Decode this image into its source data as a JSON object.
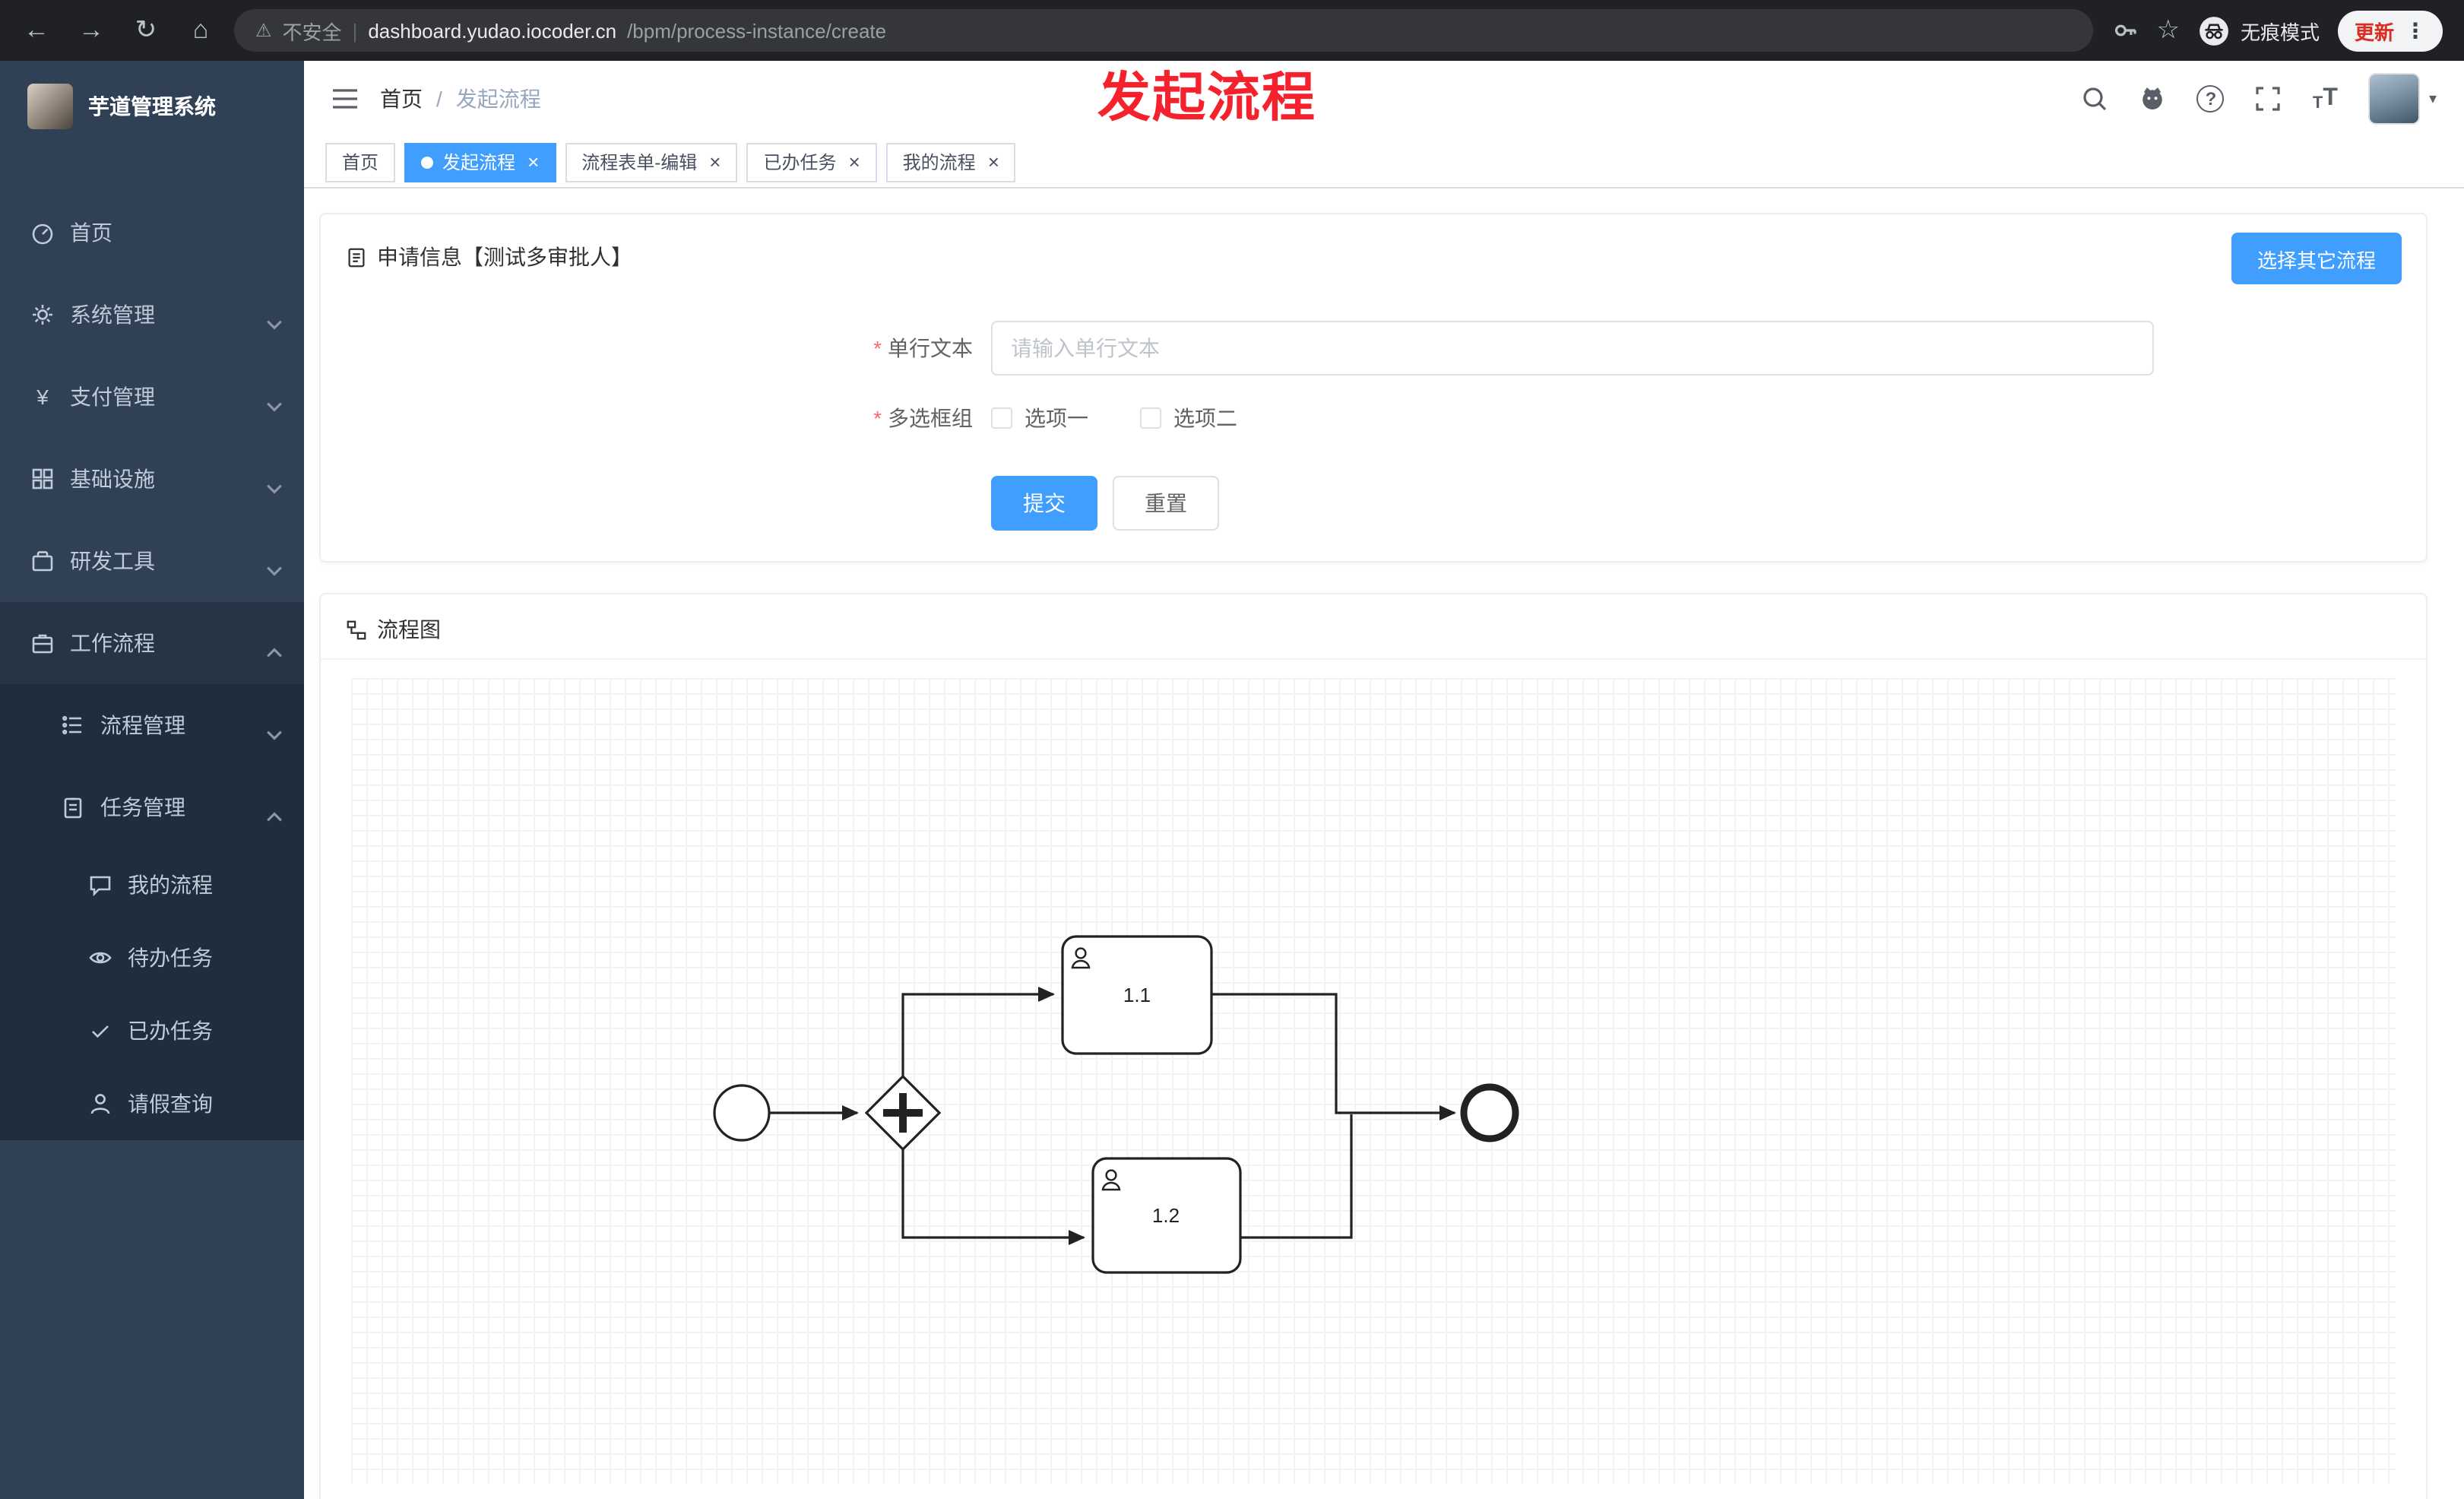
{
  "browser": {
    "security_label": "不安全",
    "url_domain": "dashboard.yudao.iocoder.cn",
    "url_path": "/bpm/process-instance/create",
    "incognito_label": "无痕模式",
    "update_label": "更新"
  },
  "icons": {
    "back": "←",
    "forward": "→",
    "reload": "↻",
    "home": "⌂",
    "warning": "⚠",
    "star": "☆",
    "menu_dots": "⋮",
    "caret_down": "▾",
    "question": "?",
    "close": "×",
    "yen": "¥",
    "font_size": "T",
    "url_sep": "|"
  },
  "annotation": {
    "text": "发起流程"
  },
  "sidebar": {
    "logo_title": "芋道管理系统",
    "items": [
      {
        "label": "首页"
      },
      {
        "label": "系统管理"
      },
      {
        "label": "支付管理"
      },
      {
        "label": "基础设施"
      },
      {
        "label": "研发工具"
      },
      {
        "label": "工作流程"
      }
    ],
    "sub_items": [
      {
        "label": "流程管理"
      },
      {
        "label": "任务管理"
      }
    ],
    "leaf_items": [
      {
        "label": "我的流程"
      },
      {
        "label": "待办任务"
      },
      {
        "label": "已办任务"
      },
      {
        "label": "请假查询"
      }
    ]
  },
  "header": {
    "breadcrumb_home": "首页",
    "breadcrumb_separator": "/",
    "breadcrumb_current": "发起流程"
  },
  "tabs": [
    {
      "label": "首页"
    },
    {
      "label": "发起流程"
    },
    {
      "label": "流程表单-编辑"
    },
    {
      "label": "已办任务"
    },
    {
      "label": "我的流程"
    }
  ],
  "form_card": {
    "title": "申请信息【测试多审批人】",
    "select_other_label": "选择其它流程",
    "text_field": {
      "required_mark": "*",
      "label": "单行文本",
      "placeholder": "请输入单行文本"
    },
    "checkbox_group": {
      "required_mark": "*",
      "label": "多选框组",
      "options": [
        {
          "label": "选项一",
          "checked": false
        },
        {
          "label": "选项二",
          "checked": false
        }
      ]
    },
    "submit_label": "提交",
    "reset_label": "重置"
  },
  "diagram_card": {
    "title": "流程图",
    "tasks": [
      {
        "label": "1.1"
      },
      {
        "label": "1.2"
      }
    ]
  },
  "colors": {
    "primary": "#409eff",
    "annotation_red": "#f5222d",
    "sidebar_bg": "#304156",
    "sidebar_sub_bg": "#1f2d3d"
  }
}
